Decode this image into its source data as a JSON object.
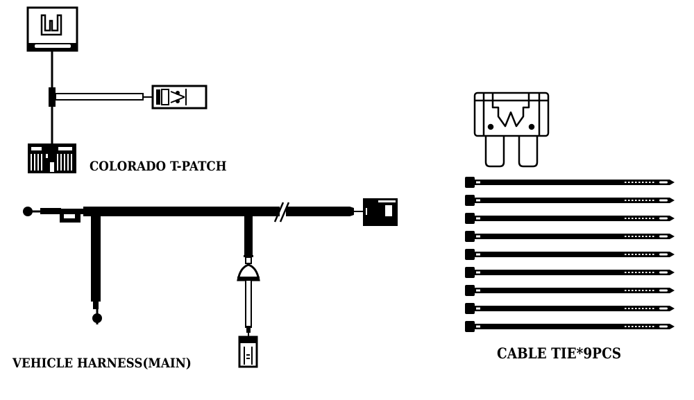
{
  "diagram": {
    "background": "#ffffff",
    "ink_color": "#000000",
    "components": [
      {
        "id": "t-patch",
        "label": "COLORADO T-PATCH"
      },
      {
        "id": "vehicle-harness",
        "label": "VEHICLE HARNESS(MAIN)"
      },
      {
        "id": "fuse",
        "label": ""
      },
      {
        "id": "cable-ties",
        "label": "CABLE TIE*9PCS",
        "count": 9
      }
    ]
  }
}
